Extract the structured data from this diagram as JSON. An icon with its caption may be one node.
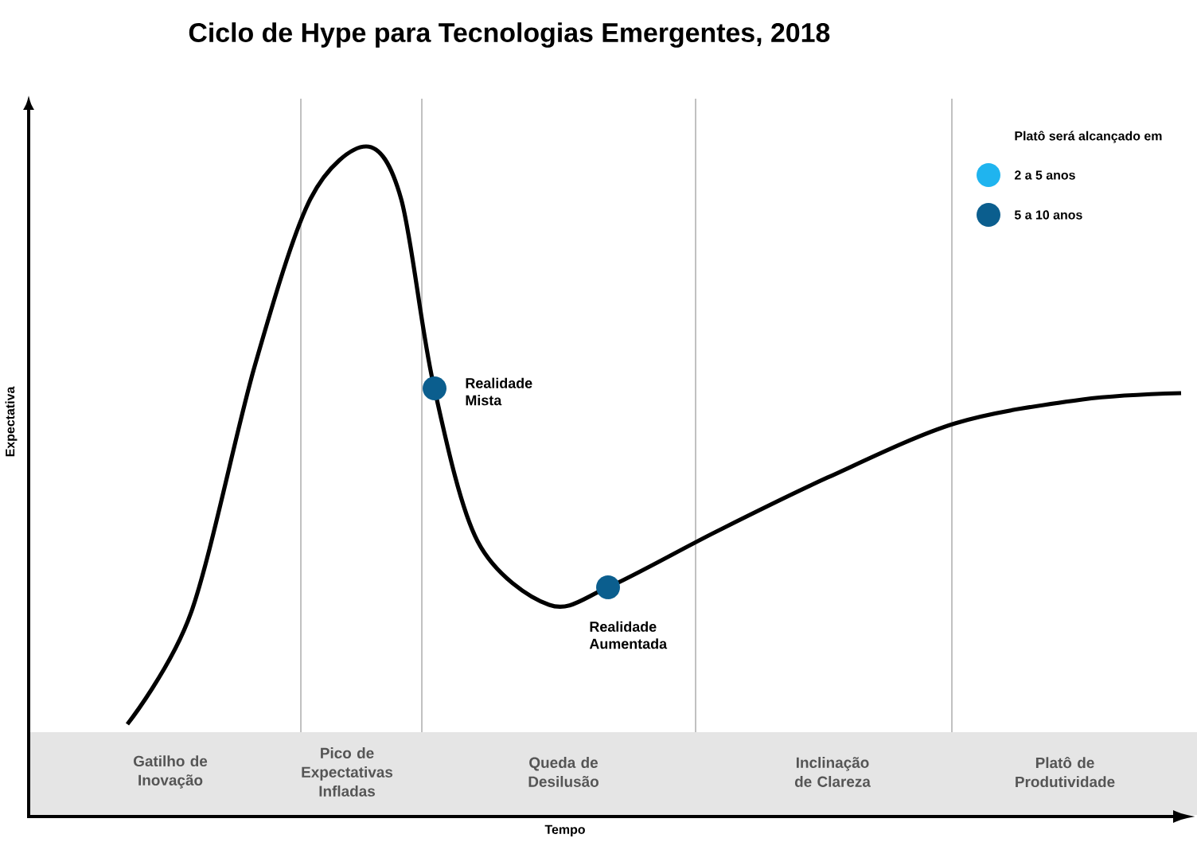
{
  "diagram": {
    "title": "Ciclo de Hype para Tecnologias Emergentes, 2018",
    "labels": [
      "Platô será alcançado em",
      "Realidade Mista",
      "Expectativa",
      "Realidade Aumentada",
      "Gatilho de Inovação",
      "Pico de Expectativas Infladas",
      "Queda de Desilusão",
      "Inclinação de Clareza",
      "Platô de Produtividade",
      "Tempo"
    ],
    "legend": [
      {
        "text": "2 a 5 anos",
        "color": "#1fb4ef"
      },
      {
        "text": "5 a 10 anos",
        "color": "#0b5e8e"
      }
    ]
  }
}
